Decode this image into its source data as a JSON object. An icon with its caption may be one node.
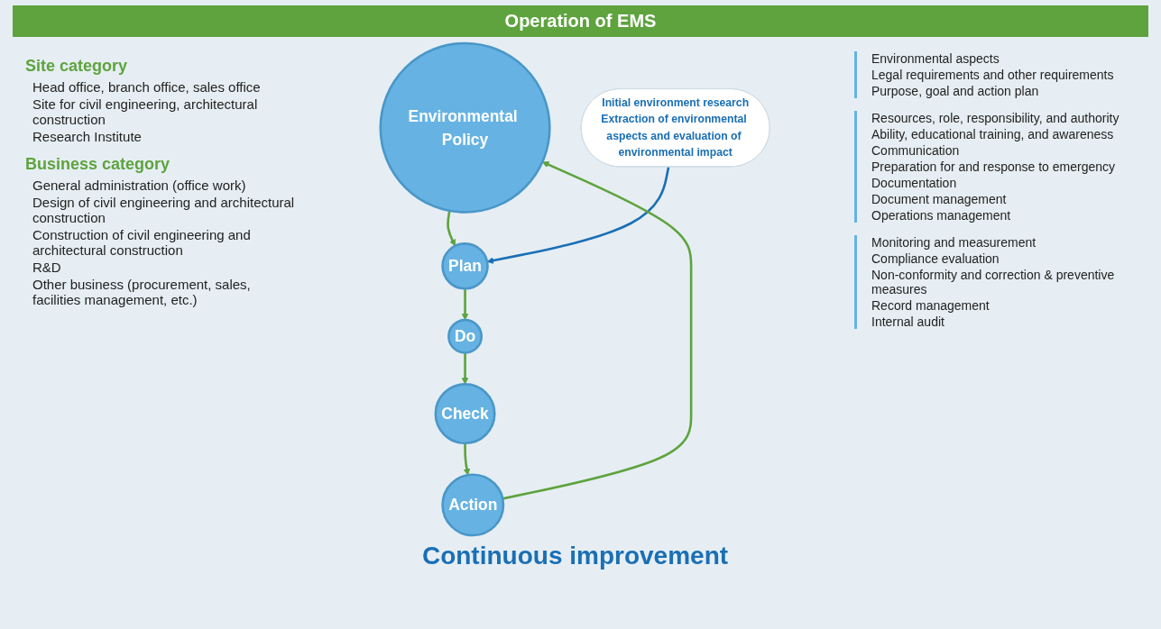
{
  "diagram": {
    "title": "Operation of EMS",
    "nodes": [
      {
        "text": [
          "Environmental Policy"
        ]
      },
      {
        "text": [
          "Initial environment research",
          "Extraction of environmental aspects and evaluation of environmental impact"
        ]
      },
      {
        "text": [
          "Plan"
        ],
        "beside": [
          "Environmental aspects",
          "Legal requirements and other requirements",
          "Purpose, goal and action plan"
        ]
      },
      {
        "text": [
          "Do"
        ],
        "beside": [
          "Resources, role, responsibility, and authority",
          "Ability, educational training, and awareness",
          "Communication",
          "Preparation for and response to emergency",
          "Documentation",
          "Document management",
          "Operations management"
        ]
      },
      {
        "text": [
          "Check"
        ],
        "beside": [
          "Monitoring and measurement",
          "Compliance evaluation",
          "Non-conformity and correction & preventive measures",
          "Record management",
          "Internal audit"
        ]
      },
      {
        "text": [
          "Action"
        ]
      }
    ],
    "edges": [
      {
        "from": 0,
        "to": 2,
        "arrow": "to"
      },
      {
        "from": 1,
        "to": 2,
        "arrow": "to",
        "color": "#1a6fb5"
      },
      {
        "from": 2,
        "to": 3,
        "arrow": "to"
      },
      {
        "from": 3,
        "to": 4,
        "arrow": "to"
      },
      {
        "from": 4,
        "to": 5,
        "arrow": "to"
      },
      {
        "from": 5,
        "to": 0,
        "arrow": "to"
      }
    ],
    "labels": [
      "Site category",
      "Head office, branch office, sales office",
      "Site for civil engineering, architectural construction",
      "Research Institute",
      "Business category",
      "General administration (office work)",
      "Design of civil engineering and architectural construction",
      "Construction of civil engineering and architectural construction",
      "R&D",
      "Other business (procurement, sales, facilities management, etc.)",
      "Continuous improvement"
    ]
  }
}
